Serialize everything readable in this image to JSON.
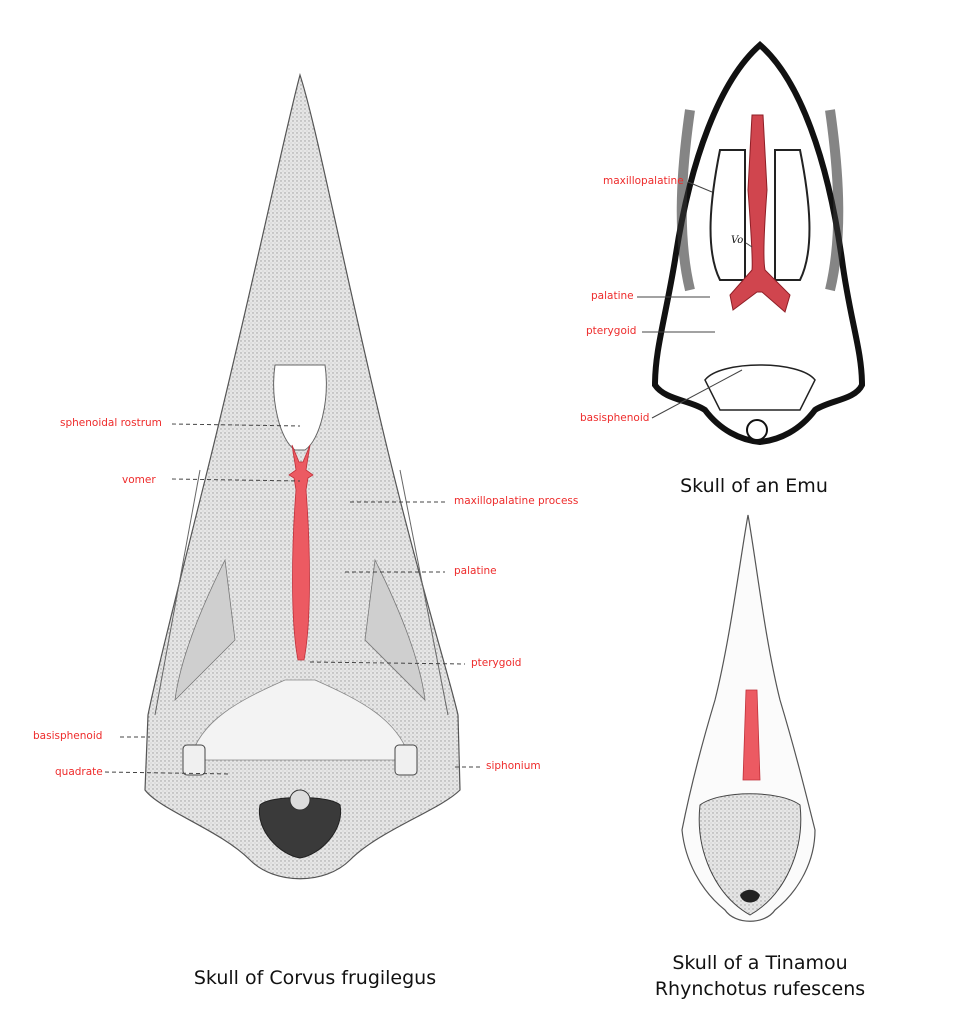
{
  "colors": {
    "label": "#ee2b2b",
    "highlight": "#e8545a"
  },
  "corvus": {
    "caption": "Skull of Corvus frugilegus",
    "labels": {
      "sphenoidal_rostrum": "sphenoidal rostrum",
      "vomer": "vomer",
      "maxillopalatine_process": "maxillopalatine process",
      "palatine": "palatine",
      "pterygoid": "pterygoid",
      "basisphenoid": "basisphenoid",
      "quadrate": "quadrate",
      "siphonium": "siphonium"
    }
  },
  "emu": {
    "caption": "Skull of an Emu",
    "vo_mark": "Vo",
    "labels": {
      "maxillopalatine": "maxillopalatine",
      "palatine": "palatine",
      "pterygoid": "pterygoid",
      "basisphenoid": "basisphenoid"
    }
  },
  "tinamou": {
    "caption_line1": "Skull of a Tinamou",
    "caption_line2": "Rhynchotus rufescens"
  }
}
